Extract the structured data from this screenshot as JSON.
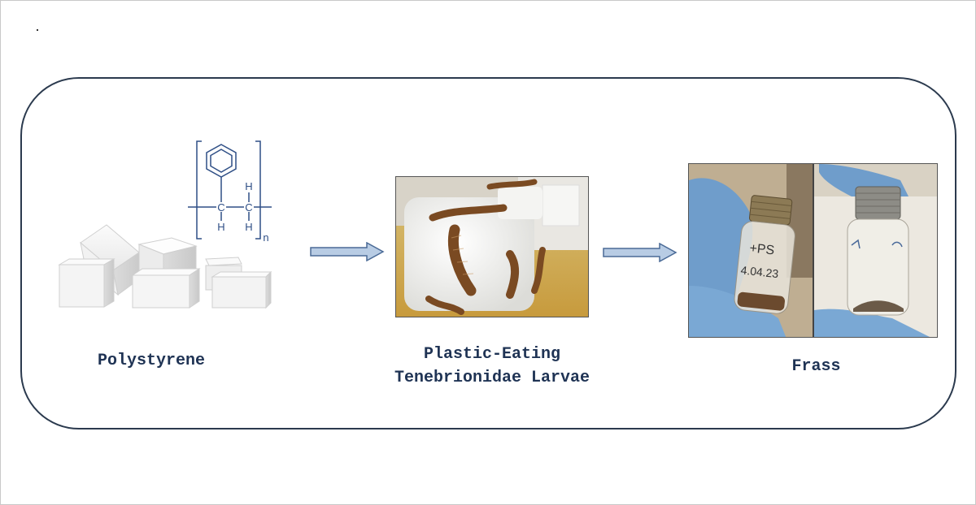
{
  "stages": [
    {
      "id": "polystyrene",
      "label": "Polystyrene"
    },
    {
      "id": "larvae",
      "label_line1": "Plastic-Eating",
      "label_line2": "Tenebrionidae Larvae"
    },
    {
      "id": "frass",
      "label": "Frass"
    }
  ],
  "structure": {
    "atom_c1": "C",
    "atom_c2": "C",
    "h_top": "H",
    "h_bottom_left": "H",
    "h_bottom_right": "H",
    "subscript": "n"
  },
  "vial_labels": {
    "left_line1": "+PS",
    "left_line2": "4.04.23"
  },
  "colors": {
    "label_text": "#1f3354",
    "frame_border": "#2b3a4e",
    "arrow_fill": "#b8cce4",
    "arrow_stroke": "#4a6a96",
    "structure": "#2f4f86"
  }
}
